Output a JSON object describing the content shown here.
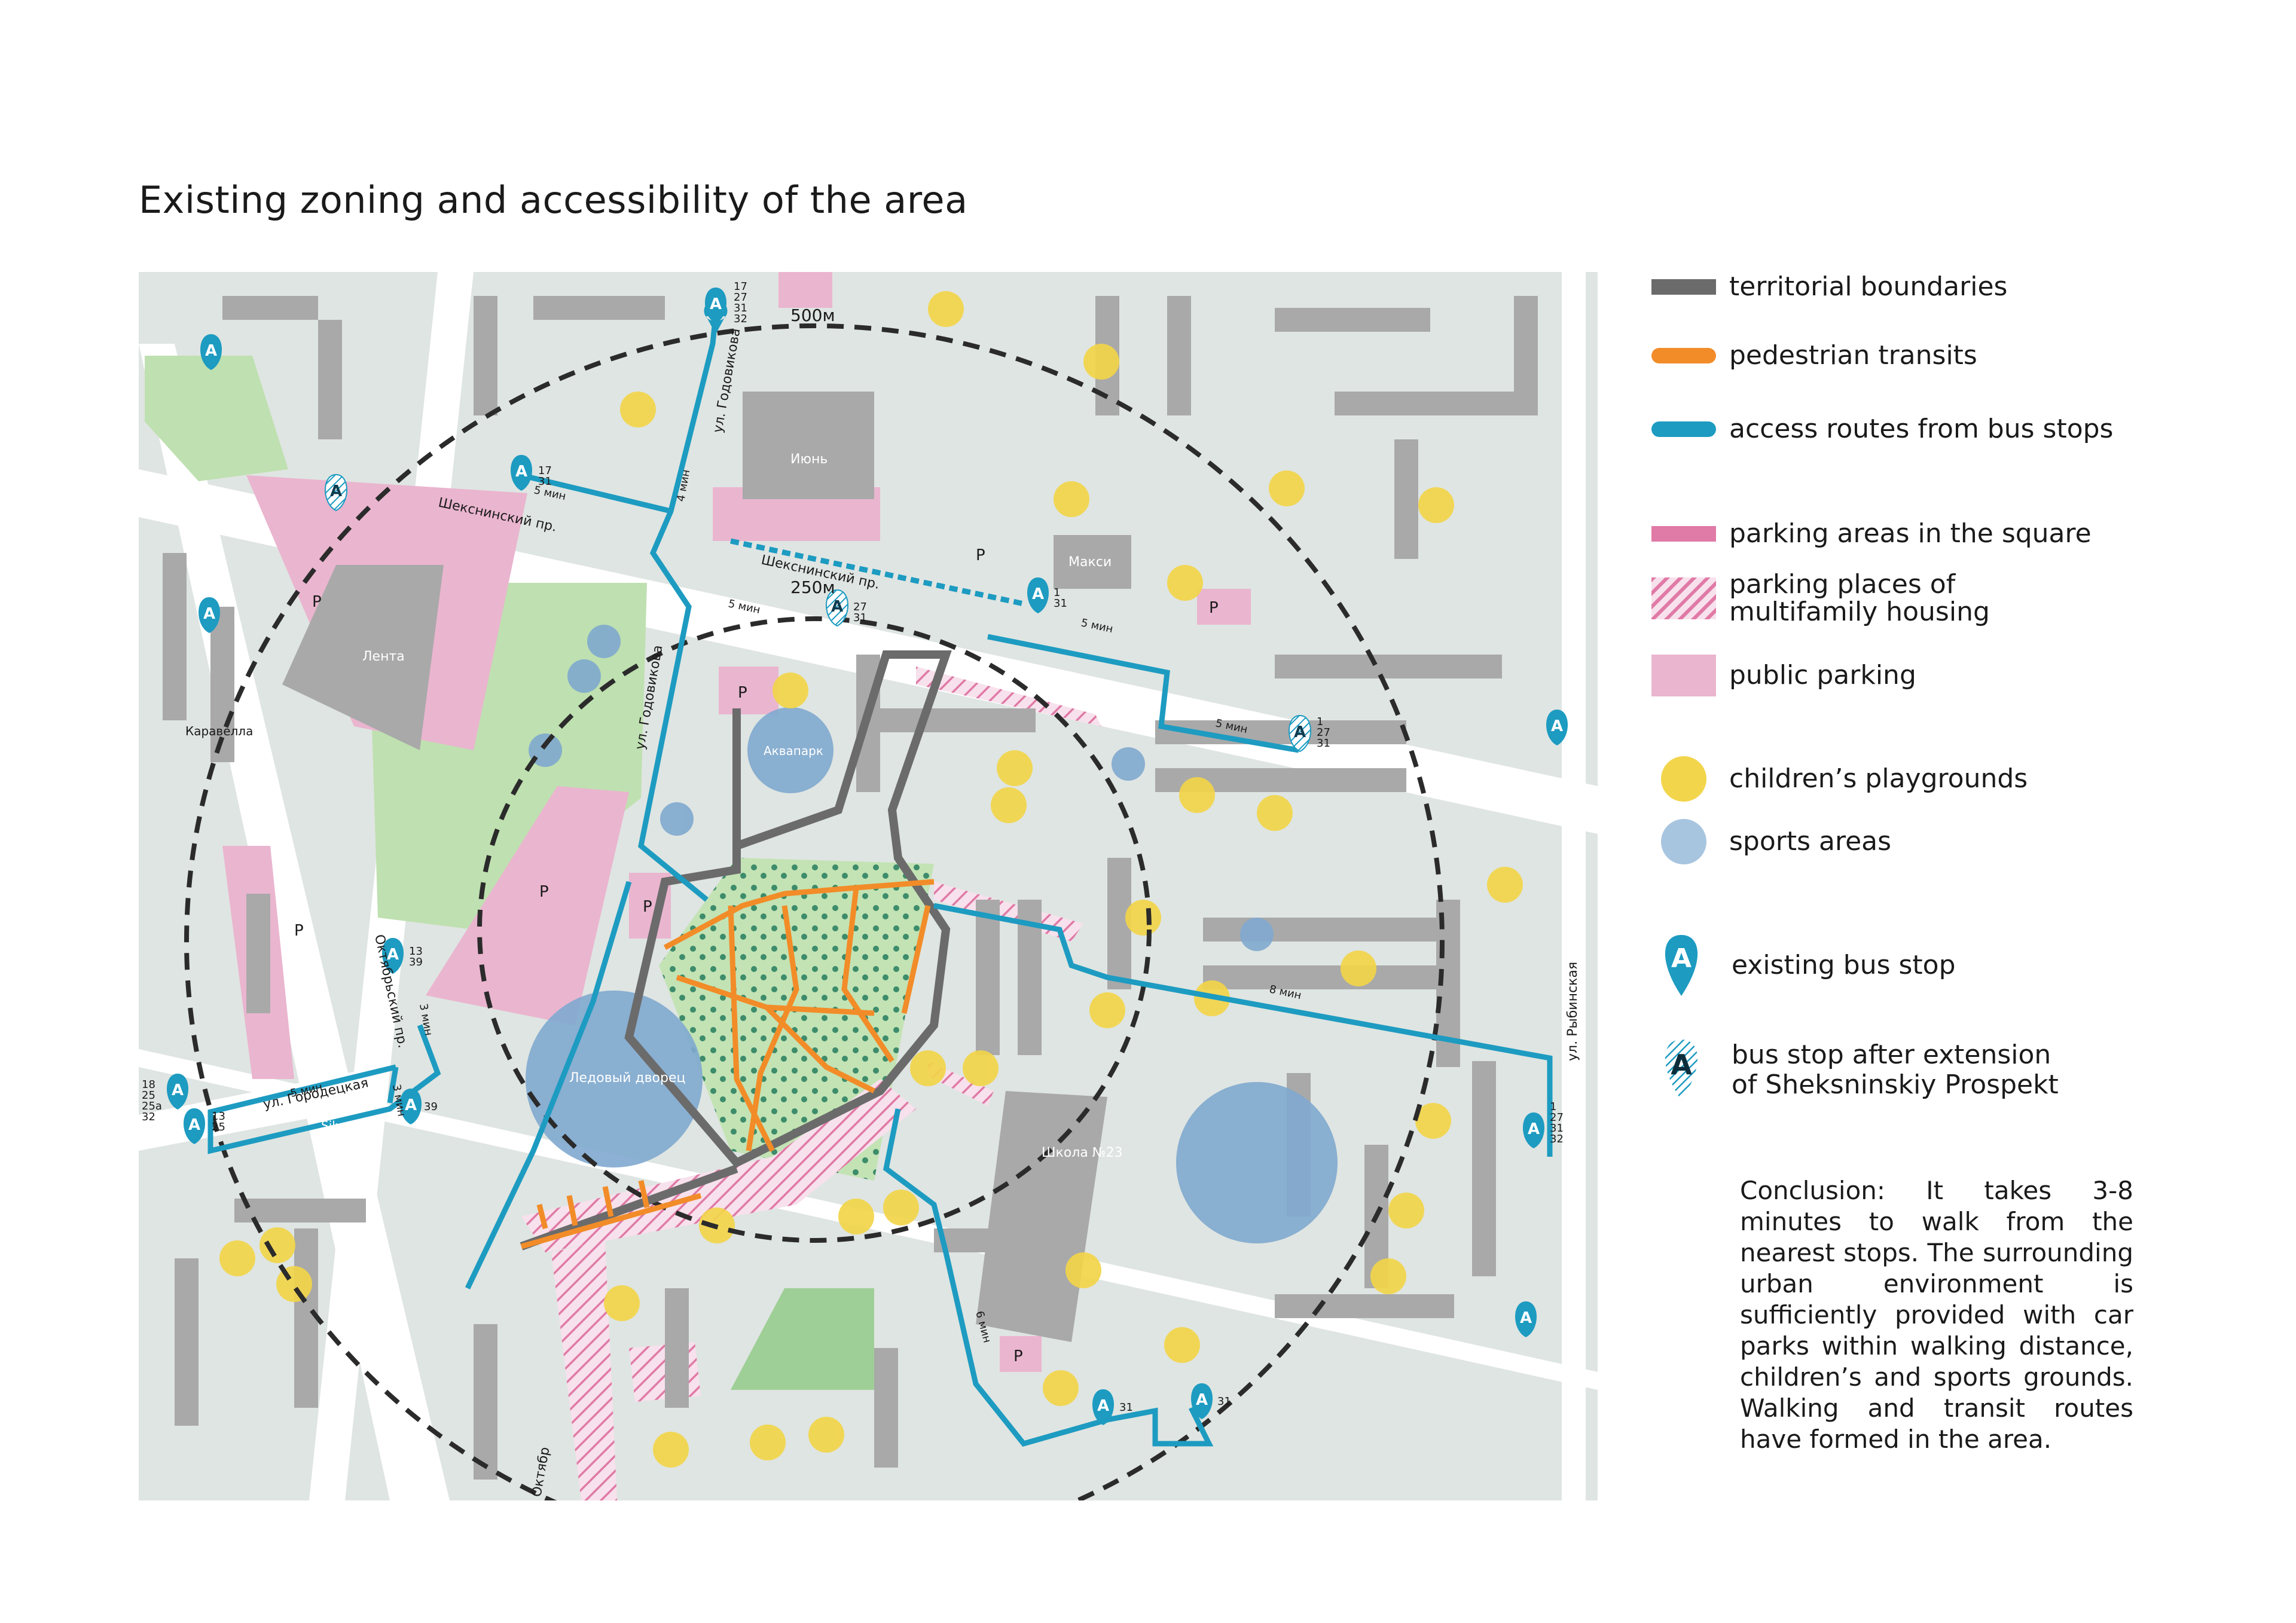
{
  "title": "Existing zoning and accessibility of the area",
  "colors": {
    "boundary": "#6b6b6b",
    "pedestrian": "#f28c28",
    "bus_route": "#1d9bc1",
    "parking_square": "#e07aa6",
    "parking_public": "#eab5cf",
    "playground": "#f2d54a",
    "sports": "#7fa9cf",
    "green": "#bfe0b0",
    "building": "#a9a9a9",
    "road": "#ffffff"
  },
  "legend": [
    {
      "icon": "boundary-line-icon",
      "label": "territorial boundaries"
    },
    {
      "icon": "pedestrian-line-icon",
      "label": "pedestrian transits"
    },
    {
      "icon": "bus-route-line-icon",
      "label": "access routes from bus stops"
    },
    {
      "icon": "parking-square-icon",
      "label": "parking areas in the square"
    },
    {
      "icon": "parking-hatch-icon",
      "label": "parking places of multifamily housing"
    },
    {
      "icon": "public-parking-icon",
      "label": "public parking"
    },
    {
      "icon": "playground-dot-icon",
      "label": "children’s playgrounds"
    },
    {
      "icon": "sports-dot-icon",
      "label": "sports areas"
    },
    {
      "icon": "bus-stop-pin-icon",
      "label": "existing bus stop"
    },
    {
      "icon": "future-bus-stop-pin-icon",
      "label": "bus stop after extension of Sheksninskiy Prospekt"
    }
  ],
  "conclusion": "Conclusion: It takes 3-8 minutes to walk from the nearest stops. The surrounding urban environment is sufficiently provided with car parks within walking distance, children’s and sports grounds. Walking and transit routes have formed in the area.",
  "map": {
    "rings": [
      "500м",
      "250м"
    ],
    "streets": [
      "Шекснинский пр.",
      "Шекснинский пр.",
      "ул. Годовикова",
      "ул. Годовикова",
      "Октябрьский пр.",
      "ул. Городецкая",
      "ул. Рыбинская",
      "Октябр"
    ],
    "buildings": [
      "Лента",
      "Июнь",
      "Макси",
      "Аквапарк",
      "Ледовый дворец",
      "Школа №23",
      "Silver",
      "Каравелла"
    ],
    "parking_letter": "P",
    "stop_letter": "A",
    "walk_times": [
      "5 мин",
      "4 мин",
      "5 мин",
      "5 мин",
      "5 мин",
      "8 мин",
      "5 мин",
      "3 мин",
      "3 мин",
      "6 мин"
    ],
    "stop_numbers": [
      "17\n27\n31\n32",
      "17\n31",
      "1\n31",
      "27\n31",
      "1\n27\n31",
      "13\n39",
      "18\n25\n25а\n32",
      "13\n25",
      "39",
      "1\n27\n31\n32",
      "31",
      "31"
    ]
  }
}
